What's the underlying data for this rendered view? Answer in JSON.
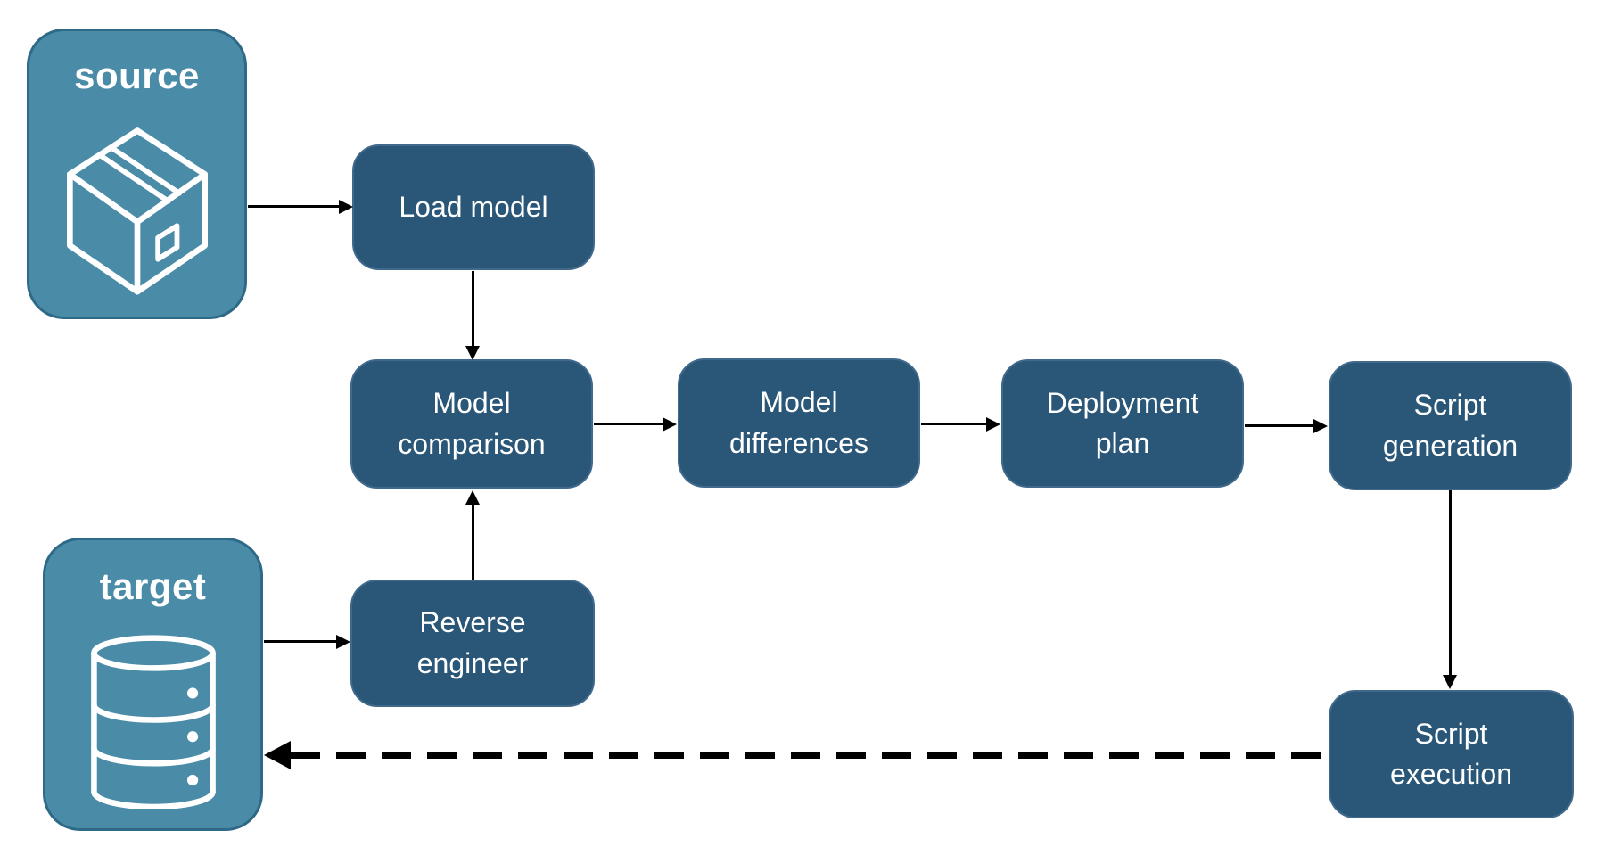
{
  "diagram": {
    "type": "flowchart",
    "nodes": {
      "source": {
        "label": "source",
        "icon": "package-icon",
        "kind": "endpoint"
      },
      "target": {
        "label": "target",
        "icon": "database-icon",
        "kind": "endpoint"
      },
      "load_model": {
        "label": "Load model",
        "kind": "process"
      },
      "model_comparison": {
        "label": "Model comparison",
        "kind": "process"
      },
      "model_differences": {
        "label": "Model differences",
        "kind": "process"
      },
      "deployment_plan": {
        "label": "Deployment plan",
        "kind": "process"
      },
      "script_generation": {
        "label": "Script generation",
        "kind": "process"
      },
      "reverse_engineer": {
        "label": "Reverse engineer",
        "kind": "process"
      },
      "script_execution": {
        "label": "Script execution",
        "kind": "process"
      }
    },
    "edges": [
      {
        "from": "source",
        "to": "load_model",
        "style": "solid"
      },
      {
        "from": "load_model",
        "to": "model_comparison",
        "style": "solid"
      },
      {
        "from": "target",
        "to": "reverse_engineer",
        "style": "solid"
      },
      {
        "from": "reverse_engineer",
        "to": "model_comparison",
        "style": "solid"
      },
      {
        "from": "model_comparison",
        "to": "model_differences",
        "style": "solid"
      },
      {
        "from": "model_differences",
        "to": "deployment_plan",
        "style": "solid"
      },
      {
        "from": "deployment_plan",
        "to": "script_generation",
        "style": "solid"
      },
      {
        "from": "script_generation",
        "to": "script_execution",
        "style": "solid"
      },
      {
        "from": "script_execution",
        "to": "target",
        "style": "dashed"
      }
    ]
  },
  "colors": {
    "background": "#FFFFFF",
    "light_node_fill": "#4A8CA8",
    "light_node_border": "#2E6A88",
    "dark_node_fill": "#2A5778",
    "dark_node_border": "#40698B",
    "node_text": "#FFFFFF",
    "arrow": "#000000"
  }
}
